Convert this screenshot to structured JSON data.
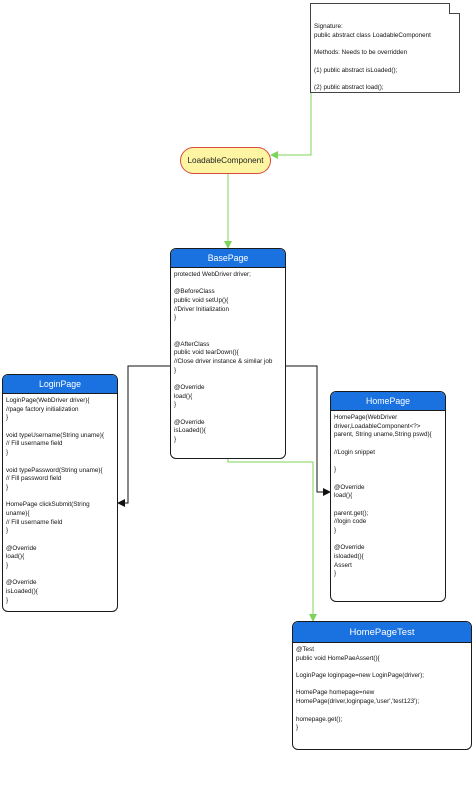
{
  "note": {
    "lines": [
      "Signature:",
      "public abstract class LoadableComponent",
      "",
      "Methods: Needs to be overridden",
      "",
      "(1) public abstract isLoaded();",
      "",
      "(2) public abstract load();"
    ]
  },
  "loadable": {
    "label": "LoadableComponent"
  },
  "classes": {
    "basepage": {
      "title": "BasePage",
      "lines": [
        "protected WebDriver driver;",
        "",
        "@BeforeClass",
        "public void setUp(){",
        "//Driver Initialization",
        "}",
        "",
        "",
        "@AfterClass",
        "public void tearDown(){",
        "//Close driver instance & similar job",
        "}",
        "",
        "@Override",
        "load(){",
        "}",
        "",
        "@Override",
        "isLoaded(){",
        "}"
      ]
    },
    "loginpage": {
      "title": "LoginPage",
      "lines": [
        "LoginPage(WebDriver driver){",
        " //page factory initialization",
        "}",
        "",
        "void typeUsername(String uname){",
        "// Fill username field",
        "}",
        "",
        "void typePassword(String uname){",
        "// Fill password field",
        "}",
        "",
        "HomePage clickSubmit(String",
        "uname){",
        "// Fill username field",
        "}",
        "",
        "@Override",
        "load(){",
        "}",
        "",
        "@Override",
        "isLoaded(){",
        "}"
      ]
    },
    "homepage": {
      "title": "HomePage",
      "lines": [
        "HomePage(WebDriver",
        "driver,LoadableComponent<?>",
        "parent, String uname,String pswd){",
        "",
        "//Login snippet",
        "",
        "}",
        "",
        "@Override",
        "load(){",
        "",
        "parent.get();",
        "//login code",
        "}",
        "",
        "@Override",
        "isloaded(){",
        "Assert",
        "}"
      ]
    },
    "homepagetest": {
      "title": "HomePageTest",
      "lines": [
        "@Test",
        "public void HomePaeAssert(){",
        "",
        "LoginPage loginpage=new LoginPage(driver);",
        "",
        "HomePage homepage=new",
        "HomePage(driver,loginpage,'user','test123');",
        "",
        "homepage.get();",
        "}"
      ]
    }
  },
  "colors": {
    "header_blue": "#1a72e0",
    "pill_fill": "#fdf5a2",
    "pill_border": "#d84b3e",
    "green_link": "#7cd45a",
    "black_link": "#111111"
  }
}
